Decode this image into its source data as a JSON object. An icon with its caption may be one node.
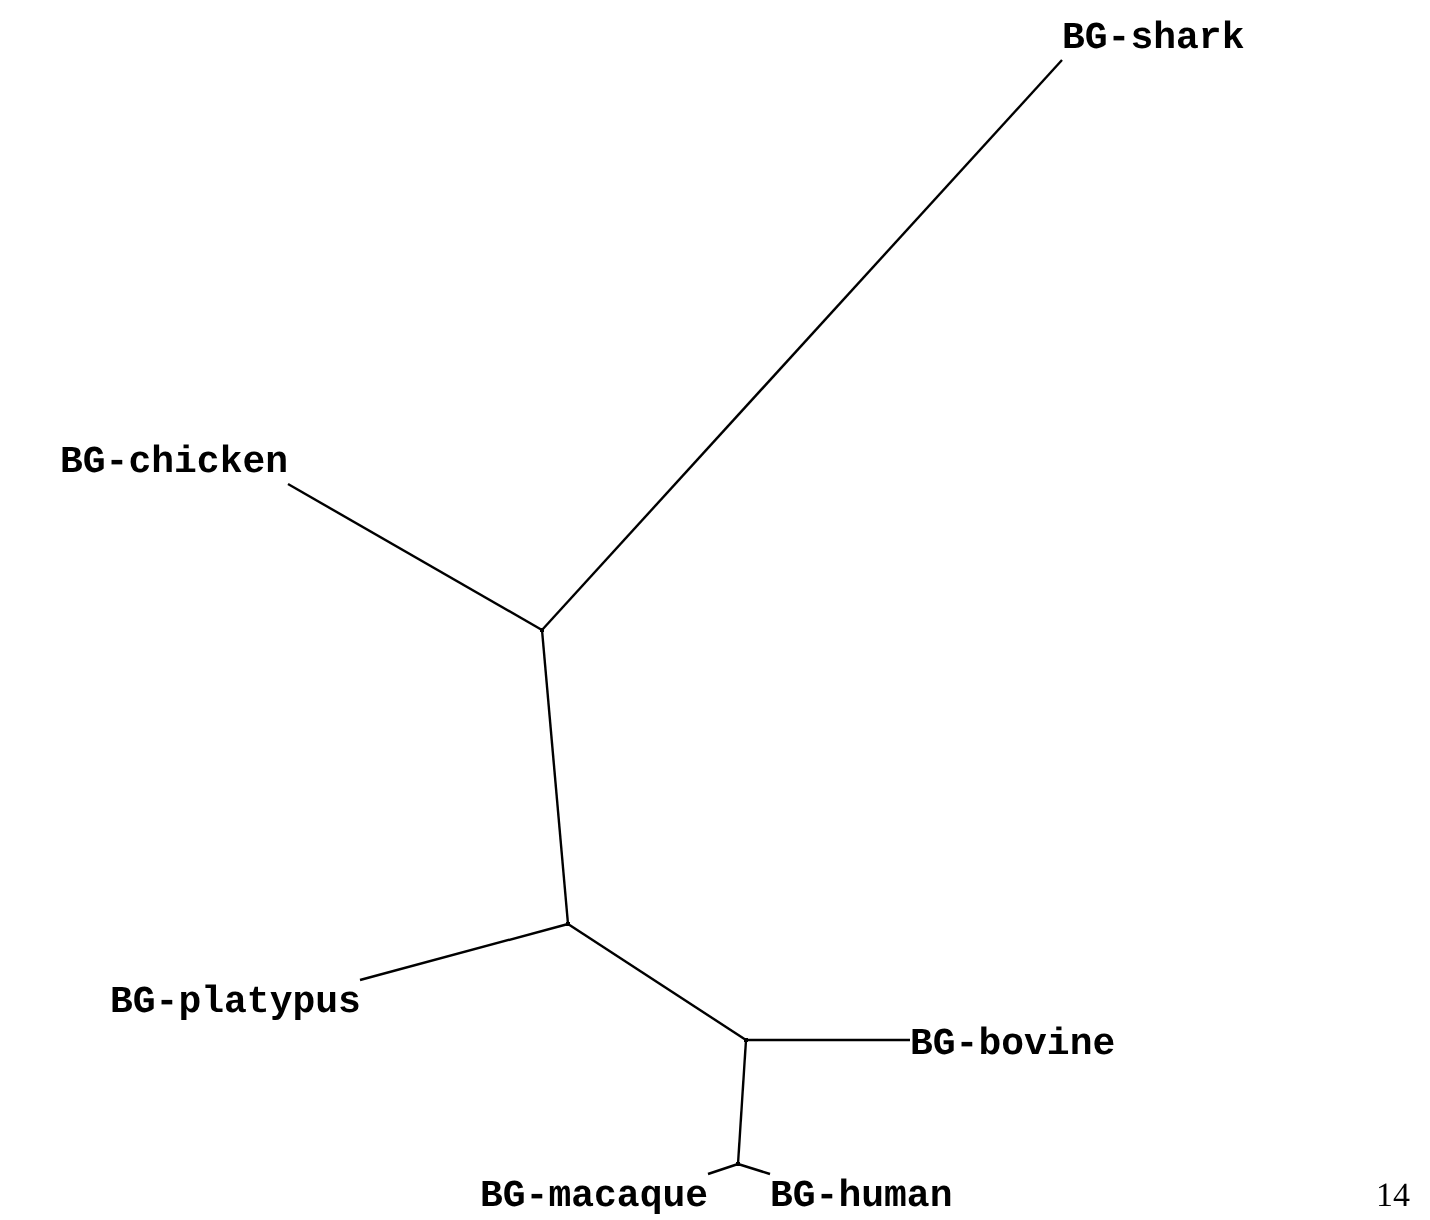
{
  "diagram": {
    "nodes": [
      {
        "text": [
          "BG-shark"
        ]
      },
      {
        "text": [
          "BG-chicken"
        ]
      },
      {
        "text": [
          "BG-platypus"
        ]
      },
      {
        "text": [
          "BG-bovine"
        ]
      },
      {
        "text": [
          "BG-macaque"
        ]
      },
      {
        "text": [
          "BG-human"
        ]
      },
      {
        "text": [],
        "shape": "point"
      },
      {
        "text": [],
        "shape": "point"
      },
      {
        "text": [],
        "shape": "point"
      },
      {
        "text": [],
        "shape": "point"
      }
    ],
    "edges": [
      {
        "from": 6,
        "to": 0,
        "arrow": "none"
      },
      {
        "from": 6,
        "to": 1,
        "arrow": "none"
      },
      {
        "from": 6,
        "to": 7,
        "arrow": "none"
      },
      {
        "from": 7,
        "to": 2,
        "arrow": "none"
      },
      {
        "from": 7,
        "to": 8,
        "arrow": "none"
      },
      {
        "from": 8,
        "to": 3,
        "arrow": "none"
      },
      {
        "from": 8,
        "to": 9,
        "arrow": "none"
      },
      {
        "from": 9,
        "to": 4,
        "arrow": "none"
      },
      {
        "from": 9,
        "to": 5,
        "arrow": "none"
      }
    ],
    "labels": [
      "14"
    ]
  }
}
